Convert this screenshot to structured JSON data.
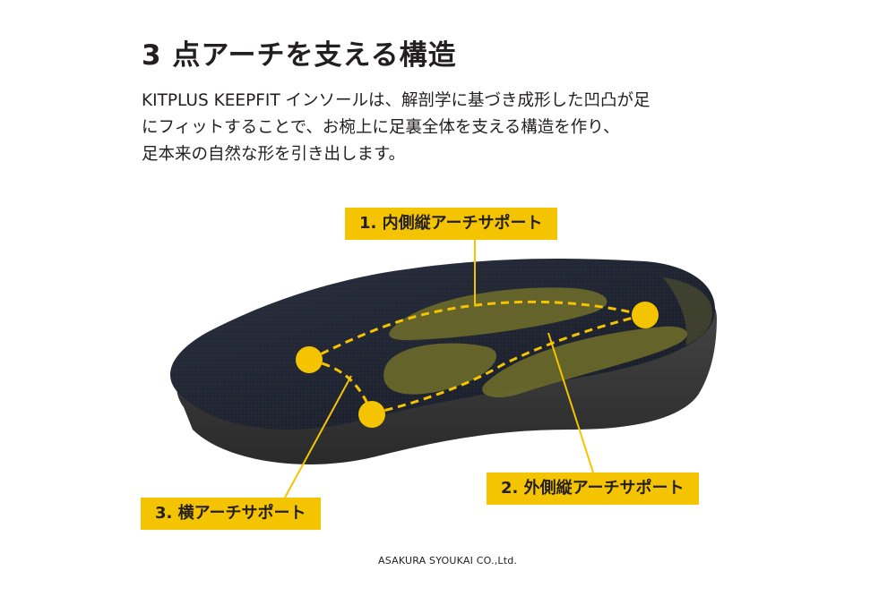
{
  "heading": {
    "title": "3 点アーチを支える構造"
  },
  "description": {
    "line1": "KITPLUS KEEPFIT インソールは、解剖学に基づき成形した凹凸が足",
    "line2": "にフィットすることで、お椀上に足裏全体を支える構造を作り、",
    "line3": "足本来の自然な形を引き出します。"
  },
  "callouts": [
    {
      "label": "1. 内側縦アーチサポート"
    },
    {
      "label": "2. 外側縦アーチサポート"
    },
    {
      "label": "3. 横アーチサポート"
    }
  ],
  "footer": {
    "credit": "ASAKURA SYOUKAI CO.,Ltd."
  },
  "colors": {
    "accent_yellow": "#f5c400",
    "insole_top": "#1e2330",
    "insole_base": "#3a3a3a",
    "pad_olive": "#6b6a2a",
    "text": "#231f20"
  }
}
